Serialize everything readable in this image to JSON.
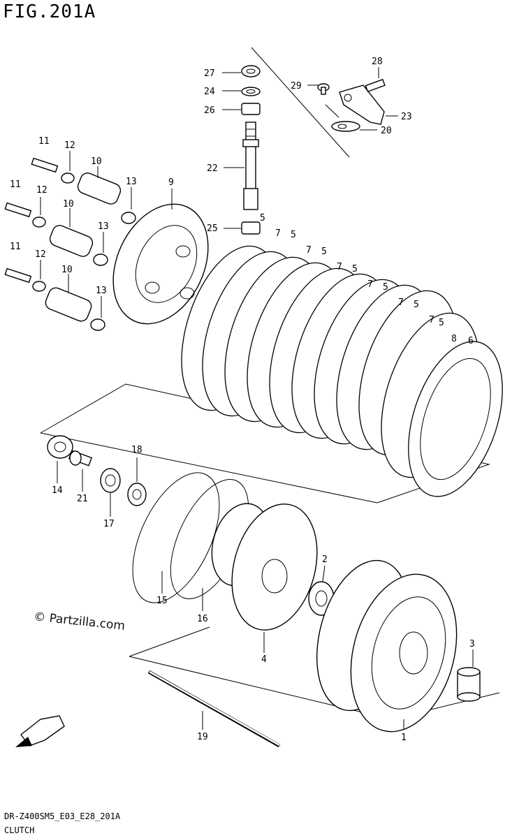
{
  "figure_title": "FIG.201A",
  "code_line": "DR-Z400SM5_E03_E28_201A",
  "caption": "CLUTCH",
  "watermark": "© Partzilla.com",
  "fwd_marker": "FWD",
  "callouts": [
    {
      "id": "c27",
      "text": "27"
    },
    {
      "id": "c24",
      "text": "24"
    },
    {
      "id": "c26",
      "text": "26"
    },
    {
      "id": "c22",
      "text": "22"
    },
    {
      "id": "c25",
      "text": "25"
    },
    {
      "id": "c28",
      "text": "28"
    },
    {
      "id": "c29",
      "text": "29"
    },
    {
      "id": "c23",
      "text": "23"
    },
    {
      "id": "c20",
      "text": "20"
    },
    {
      "id": "c11a",
      "text": "11"
    },
    {
      "id": "c12a",
      "text": "12"
    },
    {
      "id": "c10a",
      "text": "10"
    },
    {
      "id": "c13a",
      "text": "13"
    },
    {
      "id": "c11b",
      "text": "11"
    },
    {
      "id": "c12b",
      "text": "12"
    },
    {
      "id": "c10b",
      "text": "10"
    },
    {
      "id": "c13b",
      "text": "13"
    },
    {
      "id": "c11c",
      "text": "11"
    },
    {
      "id": "c12c",
      "text": "12"
    },
    {
      "id": "c10c",
      "text": "10"
    },
    {
      "id": "c13c",
      "text": "13"
    },
    {
      "id": "c9",
      "text": "9"
    },
    {
      "id": "c5a",
      "text": "5"
    },
    {
      "id": "c7a",
      "text": "7"
    },
    {
      "id": "c5b",
      "text": "5"
    },
    {
      "id": "c7b",
      "text": "7"
    },
    {
      "id": "c5c",
      "text": "5"
    },
    {
      "id": "c7c",
      "text": "7"
    },
    {
      "id": "c5d",
      "text": "5"
    },
    {
      "id": "c7d",
      "text": "7"
    },
    {
      "id": "c5e",
      "text": "5"
    },
    {
      "id": "c7e",
      "text": "7"
    },
    {
      "id": "c5f",
      "text": "5"
    },
    {
      "id": "c7f",
      "text": "7"
    },
    {
      "id": "c5g",
      "text": "5"
    },
    {
      "id": "c8",
      "text": "8"
    },
    {
      "id": "c6",
      "text": "6"
    },
    {
      "id": "c14",
      "text": "14"
    },
    {
      "id": "c21",
      "text": "21"
    },
    {
      "id": "c17",
      "text": "17"
    },
    {
      "id": "c18",
      "text": "18"
    },
    {
      "id": "c15",
      "text": "15"
    },
    {
      "id": "c16",
      "text": "16"
    },
    {
      "id": "c4",
      "text": "4"
    },
    {
      "id": "c2",
      "text": "2"
    },
    {
      "id": "c3",
      "text": "3"
    },
    {
      "id": "c1",
      "text": "1"
    },
    {
      "id": "c19",
      "text": "19"
    }
  ]
}
